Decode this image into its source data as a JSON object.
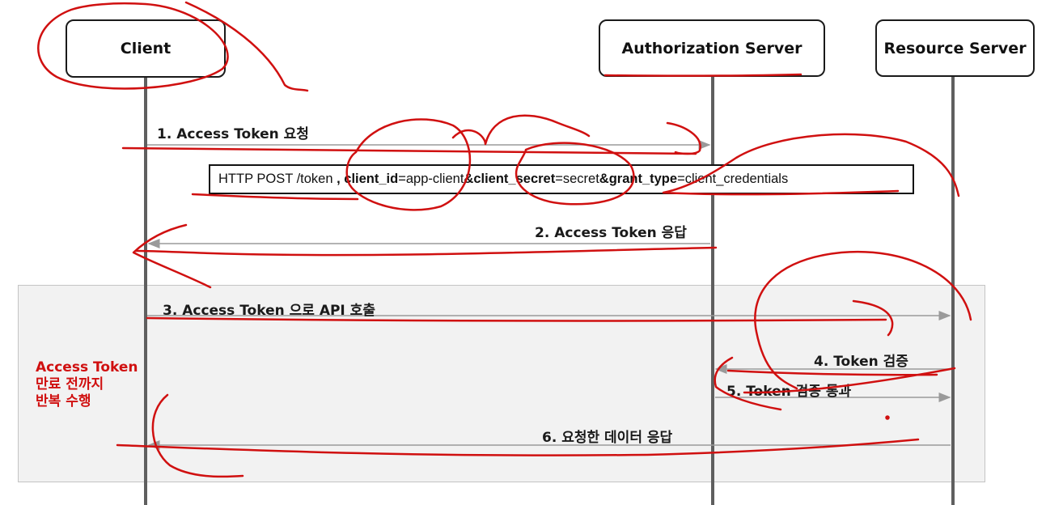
{
  "participants": {
    "client": "Client",
    "auth_server": "Authorization Server",
    "resource_server": "Resource Server"
  },
  "messages": {
    "m1": "1. Access Token 요청",
    "m2": "2. Access Token 응답",
    "m3": "3. Access Token 으로 API 호출",
    "m4": "4. Token 검증",
    "m5": "5. Token 검증 통과",
    "m6": "6. 요청한 데이터 응답"
  },
  "request_note": {
    "prefix": "HTTP POST /token ",
    "sep1": ", ",
    "k1": "client_id",
    "v1": "=app-client",
    "k2": "&client_secret",
    "v2": "=secret",
    "k3": "&grant_type",
    "v3": "=client_credentials"
  },
  "loop_label": {
    "line1": "Access Token",
    "line2": "만료 전까지",
    "line3": "반복 수행"
  },
  "colors": {
    "annotation": "#d01010",
    "arrow": "#9a9a9a",
    "lifeline": "#5f5f5f",
    "loop_fill": "#f2f2f2"
  }
}
